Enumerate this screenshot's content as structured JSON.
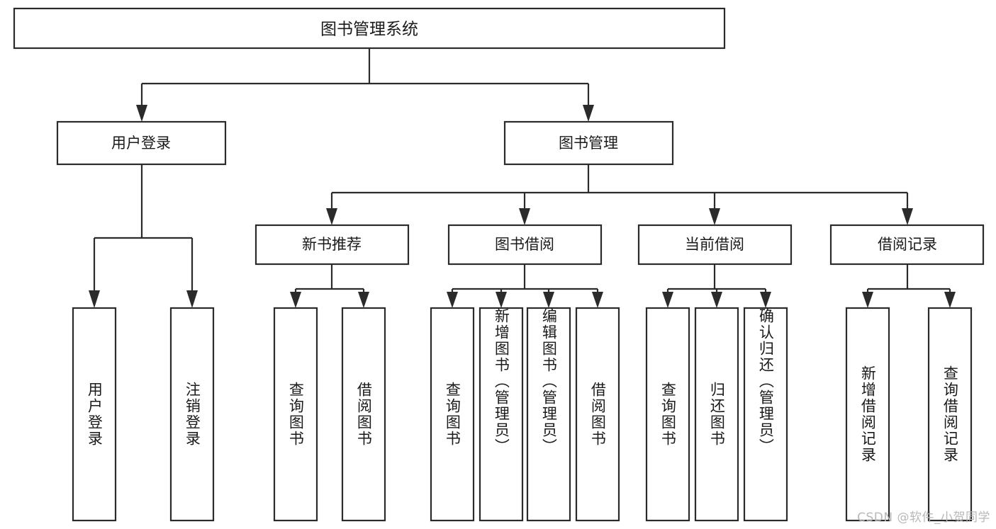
{
  "diagram": {
    "type": "tree-hierarchy-chart",
    "title": "图书管理系统",
    "orientation": "top-down",
    "background_color": "#ffffff",
    "line_color": "#2b2b2b",
    "box_fill": "#ffffff",
    "text_color": "#1a1a1a",
    "root": {
      "id": "root",
      "label": "图书管理系统"
    },
    "level2": [
      {
        "id": "user-login",
        "label": "用户登录"
      },
      {
        "id": "book-manage",
        "label": "图书管理"
      }
    ],
    "level3": [
      {
        "id": "new-book-recommend",
        "label": "新书推荐",
        "parent": "book-manage"
      },
      {
        "id": "book-borrow",
        "label": "图书借阅",
        "parent": "book-manage"
      },
      {
        "id": "current-borrow",
        "label": "当前借阅",
        "parent": "book-manage"
      },
      {
        "id": "borrow-record",
        "label": "借阅记录",
        "parent": "book-manage"
      }
    ],
    "leaves": [
      {
        "id": "leaf-user-login",
        "label": "用户登录",
        "parent": "user-login"
      },
      {
        "id": "leaf-logout-login",
        "label": "注销登录",
        "parent": "user-login"
      },
      {
        "id": "leaf-query-book-1",
        "label": "查询图书",
        "parent": "new-book-recommend"
      },
      {
        "id": "leaf-borrow-book-1",
        "label": "借阅图书",
        "parent": "new-book-recommend"
      },
      {
        "id": "leaf-query-book-2",
        "label": "查询图书",
        "parent": "book-borrow"
      },
      {
        "id": "leaf-add-book",
        "label": "新增图书（管理员）",
        "parent": "book-borrow"
      },
      {
        "id": "leaf-edit-book",
        "label": "编辑图书（管理员）",
        "parent": "book-borrow"
      },
      {
        "id": "leaf-borrow-book-2",
        "label": "借阅图书",
        "parent": "book-borrow"
      },
      {
        "id": "leaf-query-book-3",
        "label": "查询图书",
        "parent": "current-borrow"
      },
      {
        "id": "leaf-return-book",
        "label": "归还图书",
        "parent": "current-borrow"
      },
      {
        "id": "leaf-confirm-return",
        "label": "确认归还（管理员）",
        "parent": "current-borrow"
      },
      {
        "id": "leaf-add-record",
        "label": "新增借阅记录",
        "parent": "borrow-record"
      },
      {
        "id": "leaf-query-record",
        "label": "查询借阅记录",
        "parent": "borrow-record"
      }
    ]
  },
  "watermark": {
    "text": "CSDN @软件_小贺同学"
  }
}
